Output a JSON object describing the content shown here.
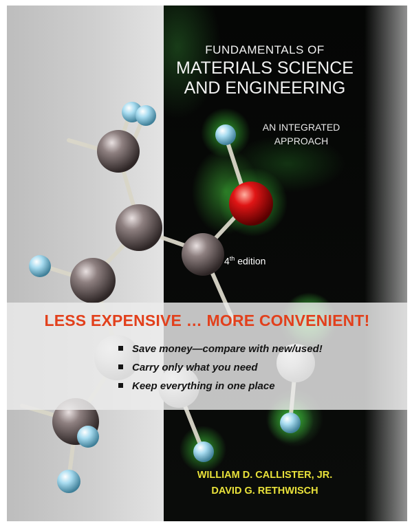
{
  "cover": {
    "title_line1": "FUNDAMENTALS OF",
    "title_line2": "MATERIALS SCIENCE",
    "title_line3": "AND ENGINEERING",
    "subtitle_line1": "AN INTEGRATED",
    "subtitle_line2": "APPROACH",
    "edition_number": "4",
    "edition_suffix": "th",
    "edition_word": "edition",
    "authors": [
      "WILLIAM D. CALLISTER, JR.",
      "DAVID G. RETHWISCH"
    ]
  },
  "banner": {
    "headline": "LESS EXPENSIVE … MORE CONVENIENT!",
    "bullets": [
      "Save money—compare with new/used!",
      "Carry only what you need",
      "Keep everything in one place"
    ]
  },
  "colors": {
    "headline": "#e2401c",
    "authors": "#e9e23a",
    "oxygen": "#e01515",
    "carbon": "#7a6c6c",
    "hydrogen": "#9fd8ee"
  }
}
